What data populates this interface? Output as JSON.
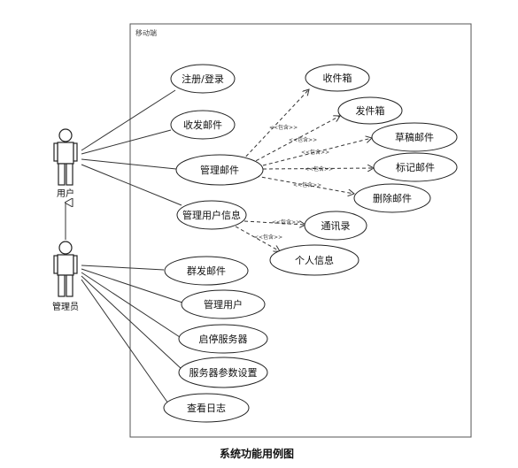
{
  "system": {
    "name": "移动端"
  },
  "actors": {
    "user": "用户",
    "admin": "管理员"
  },
  "use_cases": {
    "register_login": "注册/登录",
    "send_receive": "收发邮件",
    "manage_mail": "管理邮件",
    "manage_user_info": "管理用户信息",
    "inbox": "收件箱",
    "sent": "发件箱",
    "drafts": "草稿邮件",
    "flagged": "标记邮件",
    "delete_mail": "删除邮件",
    "contacts": "通讯录",
    "personal_info": "个人信息",
    "mass_mail": "群发邮件",
    "manage_users": "管理用户",
    "start_stop_server": "启停服务器",
    "server_params": "服务器参数设置",
    "view_logs": "查看日志"
  },
  "include_label": "<<包含>>",
  "caption": "系统功能用例图"
}
